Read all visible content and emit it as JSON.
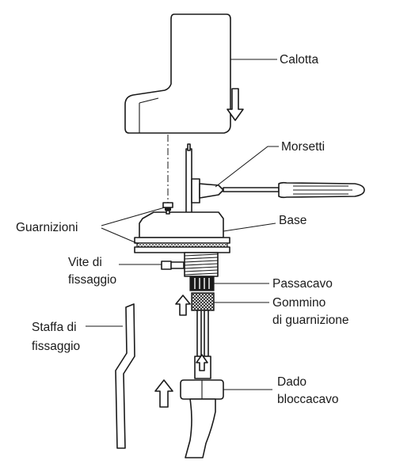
{
  "labels": {
    "calotta": "Calotta",
    "morsetti": "Morsetti",
    "guarnizioni": "Guarnizioni",
    "base": "Base",
    "vite_line1": "Vite di",
    "vite_line2": "fissaggio",
    "passacavo": "Passacavo",
    "gommino_line1": "Gommino",
    "gommino_line2": "di guarnizione",
    "staffa_line1": "Staffa di",
    "staffa_line2": "fissaggio",
    "dado_line1": "Dado",
    "dado_line2": "bloccacavo"
  },
  "icons": {
    "down_arrow": "hollow-arrow-down-icon",
    "up_arrow": "hollow-arrow-up-icon"
  },
  "colors": {
    "ink": "#1a1a1a",
    "paper": "#ffffff",
    "hatch": "#1a1a1a"
  }
}
